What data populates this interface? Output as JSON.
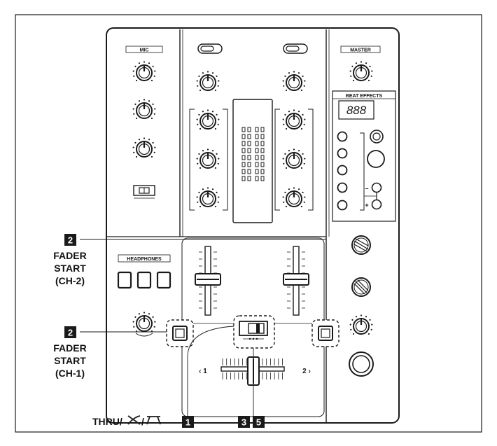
{
  "panel": {
    "mic_label": "MIC",
    "master_label": "MASTER",
    "beat_effects_label": "BEAT EFFECTS",
    "display_digits": "888",
    "headphones_label": "HEADPHONES",
    "minus_sign": "–",
    "plus_sign": "+",
    "cross_left_mark": "‹ 1",
    "cross_right_mark": "2 ›"
  },
  "callouts": {
    "fader_start_ch2": {
      "badge": "2",
      "line1": "FADER",
      "line2": "START",
      "line3": "(CH-2)"
    },
    "fader_start_ch1": {
      "badge": "2",
      "line1": "FADER",
      "line2": "START",
      "line3": "(CH-1)"
    },
    "thru_label": "THRU/",
    "thru_badge": "1",
    "badge_three": "3",
    "badge_five": "5"
  },
  "colors": {
    "line": "#1a1a1a",
    "badge_fill": "#1a1a1a",
    "panel_fill": "#ffffff"
  }
}
